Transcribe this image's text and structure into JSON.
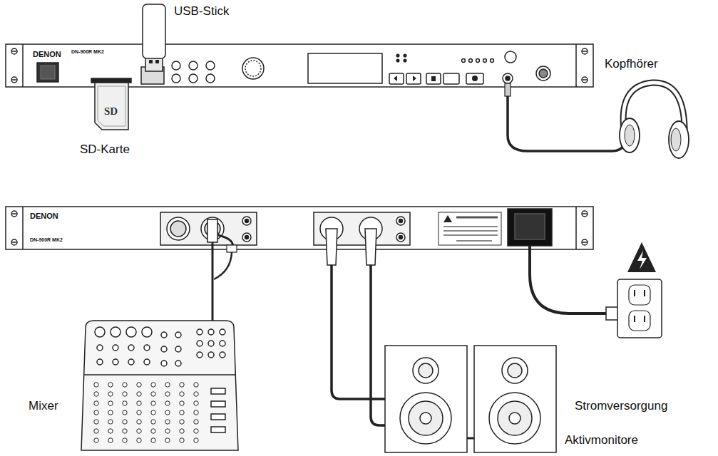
{
  "diagram": {
    "labels": [
      "USB-Stick",
      "DENON",
      "DN-900R MK2",
      "Kopfhörer",
      "SD",
      "SD-Karte",
      "DENON",
      "DN-900R MK2",
      "Mixer",
      "Stromversorgung",
      "Aktivmonitore"
    ]
  }
}
